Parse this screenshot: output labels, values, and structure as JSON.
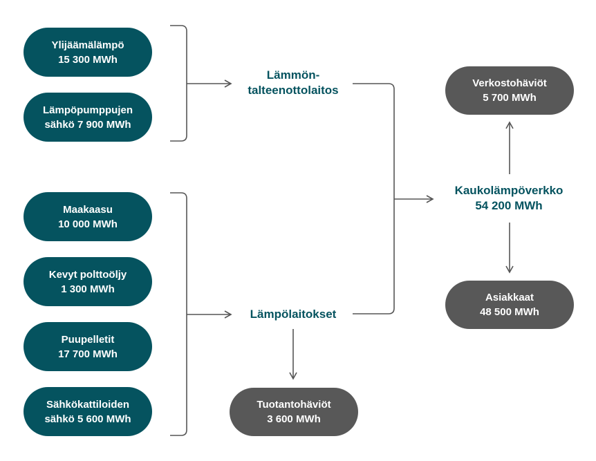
{
  "sources_top": [
    {
      "line1": "Ylijäämälämpö",
      "line2": "15 300 MWh"
    },
    {
      "line1": "Lämpöpumppujen",
      "line2": "sähkö 7 900 MWh"
    }
  ],
  "sources_bottom": [
    {
      "line1": "Maakaasu",
      "line2": "10 000 MWh"
    },
    {
      "line1": "Kevyt polttoöljy",
      "line2": "1 300 MWh"
    },
    {
      "line1": "Puupelletit",
      "line2": "17 700 MWh"
    },
    {
      "line1": "Sähkökattiloiden",
      "line2": "sähkö 5 600 MWh"
    }
  ],
  "recovery_plant": {
    "line1": "Lämmön-",
    "line2": "talteenottolaitos"
  },
  "heat_plants": {
    "label": "Lämpölaitokset"
  },
  "production_losses": {
    "line1": "Tuotantohäviöt",
    "line2": "3 600 MWh"
  },
  "network": {
    "line1": "Kaukolämpöverkko",
    "line2": "54 200 MWh"
  },
  "network_losses": {
    "line1": "Verkostohäviöt",
    "line2": "5 700 MWh"
  },
  "customers": {
    "line1": "Asiakkaat",
    "line2": "48 500 MWh"
  },
  "colors": {
    "teal": "#05535f",
    "gray": "#585858",
    "line": "#555555"
  }
}
